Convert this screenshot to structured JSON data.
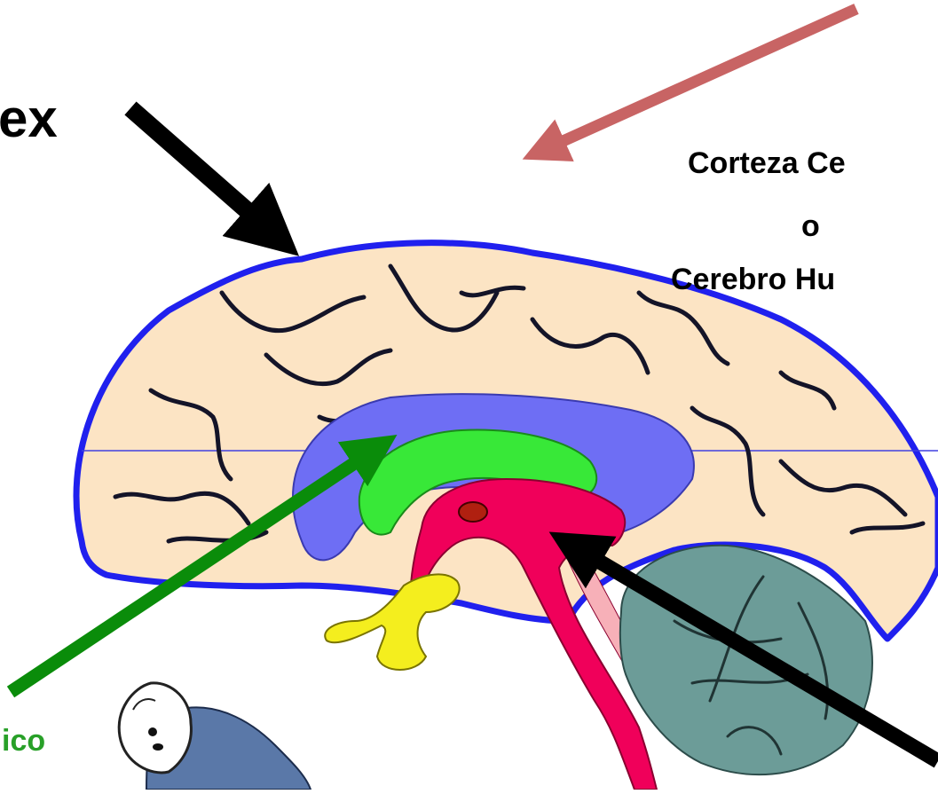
{
  "labels": {
    "neocortex": "ex",
    "corteza_line1": "Corteza Ce",
    "corteza_line2": "o",
    "corteza_line3": "Cerebro Hu",
    "limbic_partial": "ico"
  },
  "colors": {
    "cortex_fill": "#fce4c4",
    "cortex_outline": "#2020ee",
    "sulci": "#141428",
    "limbic_blue": "#6e6ef4",
    "limbic_green": "#38e838",
    "brainstem_red": "#f0005a",
    "yellow_structure": "#f4ee1e",
    "cerebellum": "#6c9c98",
    "arrow_black": "#000000",
    "arrow_red": "#c86464",
    "arrow_green": "#0a8c0a",
    "label_limbic": "#28a028",
    "dog_fur": "#5a78a8"
  }
}
